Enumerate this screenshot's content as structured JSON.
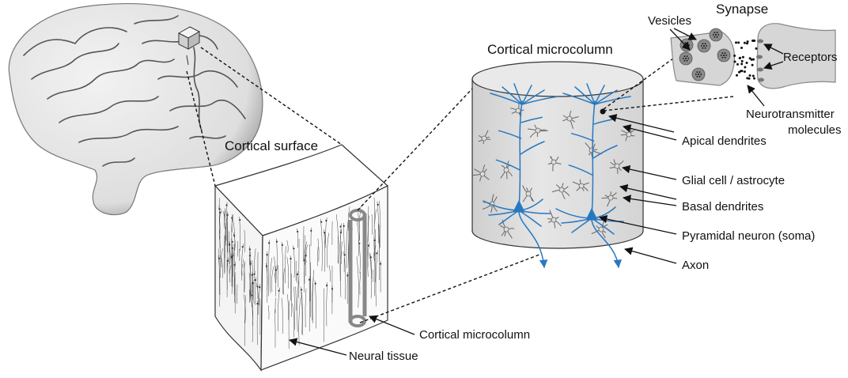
{
  "labels": {
    "synapse": "Synapse",
    "vesicles": "Vesicles",
    "receptors": "Receptors",
    "neurotransmitter_line1": "Neurotransmitter",
    "neurotransmitter_line2": "molecules",
    "cortical_microcolumn_top": "Cortical microcolumn",
    "cortical_surface": "Cortical surface",
    "apical_dendrites": "Apical dendrites",
    "glial_cell": "Glial cell / astrocyte",
    "basal_dendrites": "Basal dendrites",
    "pyramidal_neuron": "Pyramidal neuron (soma)",
    "axon": "Axon",
    "cortical_microcolumn_bottom": "Cortical microcolumn",
    "neural_tissue": "Neural tissue"
  },
  "colors": {
    "neuron_blue": "#2878c0",
    "cylinder_fill": "#e0e0e0",
    "brain_fill": "#eaeaea",
    "synapse_fill": "#d8d8d8",
    "line": "#111111"
  }
}
